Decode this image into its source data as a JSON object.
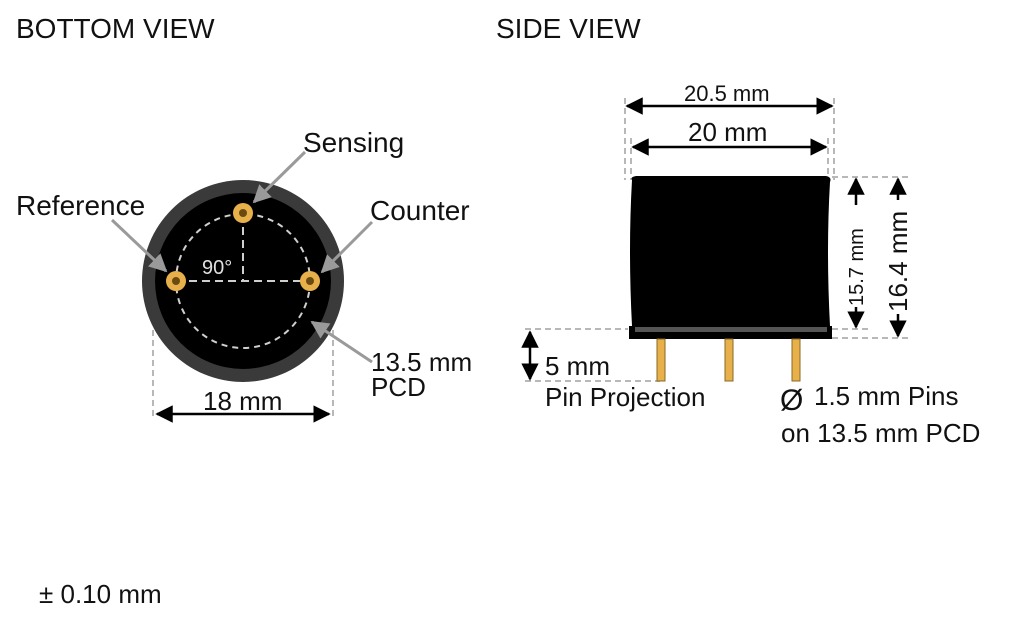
{
  "bottom_view": {
    "title": "BOTTOM VIEW",
    "labels": {
      "sensing": "Sensing",
      "reference": "Reference",
      "counter": "Counter",
      "angle": "90°",
      "pcd_value": "13.5 mm",
      "pcd_unit": "PCD",
      "diameter": "18 mm"
    }
  },
  "side_view": {
    "title": "SIDE VIEW",
    "labels": {
      "outer_width": "20.5 mm",
      "body_width": "20 mm",
      "body_height": "15.7 mm",
      "total_height": "16.4 mm",
      "pin_length": "5 mm",
      "pin_caption": "Pin Projection",
      "pin_diameter_symbol": "Ø",
      "pin_diameter": "1.5 mm Pins",
      "pin_pcd": "on 13.5 mm PCD"
    }
  },
  "tolerance": "± 0.10 mm",
  "colors": {
    "body": "#000000",
    "rim": "#3a3a3a",
    "pin_gold": "#e8b04a",
    "dashed": "#b8b8b8",
    "arrow_gray": "#9a9a9a"
  }
}
